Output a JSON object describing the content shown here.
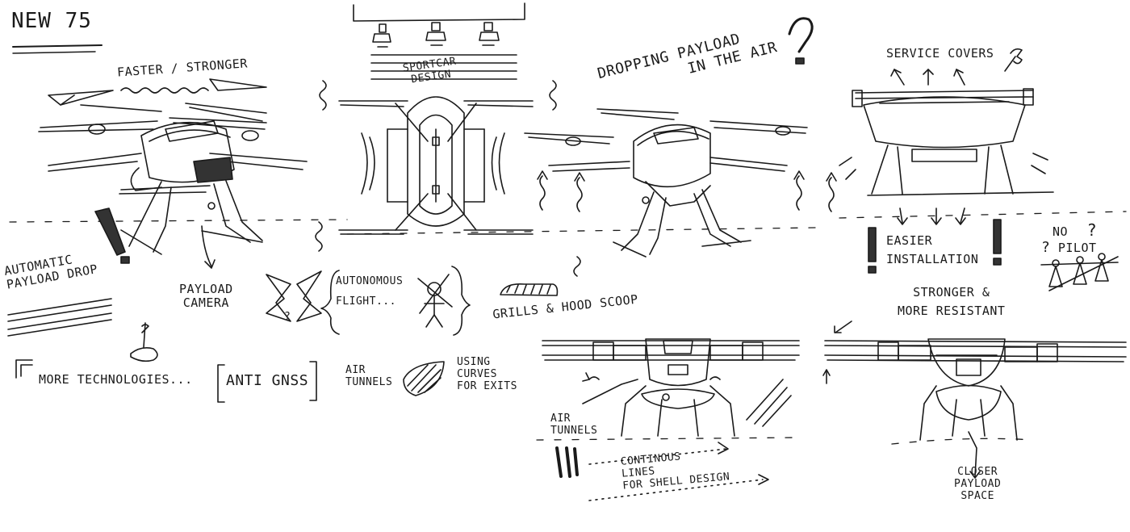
{
  "sheet": {
    "header": "NEW 75",
    "colors": {
      "ink": "#1a1a1a",
      "paper": "#ffffff",
      "shade": "#555555"
    }
  },
  "notes": {
    "faster_stronger": "FASTER / STRONGER",
    "sportscar_design": [
      "SPORTCAR",
      "DESIGN"
    ],
    "dropping_payload": [
      "DROPPING PAYLOAD",
      "IN THE AIR"
    ],
    "service_covers": "SERVICE COVERS",
    "easier_installation": [
      "EASIER",
      "INSTALLATION"
    ],
    "no_pilot": [
      "NO",
      "PILOT"
    ],
    "automatic_payload_drop": [
      "AUTOMATIC",
      "PAYLOAD DROP"
    ],
    "payload_camera": [
      "PAYLOAD",
      "CAMERA"
    ],
    "autonomous_flight": [
      "AUTONOMOUS",
      "FLIGHT..."
    ],
    "grills_hood_scoop": "GRILLS & HOOD SCOOP",
    "stronger_resistant": [
      "STRONGER &",
      "MORE RESISTANT"
    ],
    "more_technologies": "MORE TECHNOLOGIES...",
    "anti_gnss": "ANTI GNSS",
    "air_tunnels": [
      "AIR",
      "TUNNELS"
    ],
    "using_curves": [
      "USING",
      "CURVES",
      "FOR EXITS"
    ],
    "air_tunnels_2": [
      "AIR",
      "TUNNELS"
    ],
    "continuous_lines": [
      "CONTINOUS",
      "LINES",
      "FOR SHELL DESIGN"
    ],
    "closer_payload": [
      "CLOSER",
      "PAYLOAD",
      "SPACE"
    ]
  },
  "marks": {
    "question": "?",
    "exclamation": "!"
  },
  "icons": [
    "drone-perspective-left",
    "drone-top-view",
    "drone-perspective-right",
    "drone-service-side",
    "drone-front-view",
    "drone-rear-view",
    "paper-plane-icon",
    "wrench-icon",
    "spotlight-icon",
    "stick-figure-icon",
    "bowtie-emblem-icon",
    "grill-icon",
    "hatched-shield-icon",
    "spike-icon"
  ]
}
